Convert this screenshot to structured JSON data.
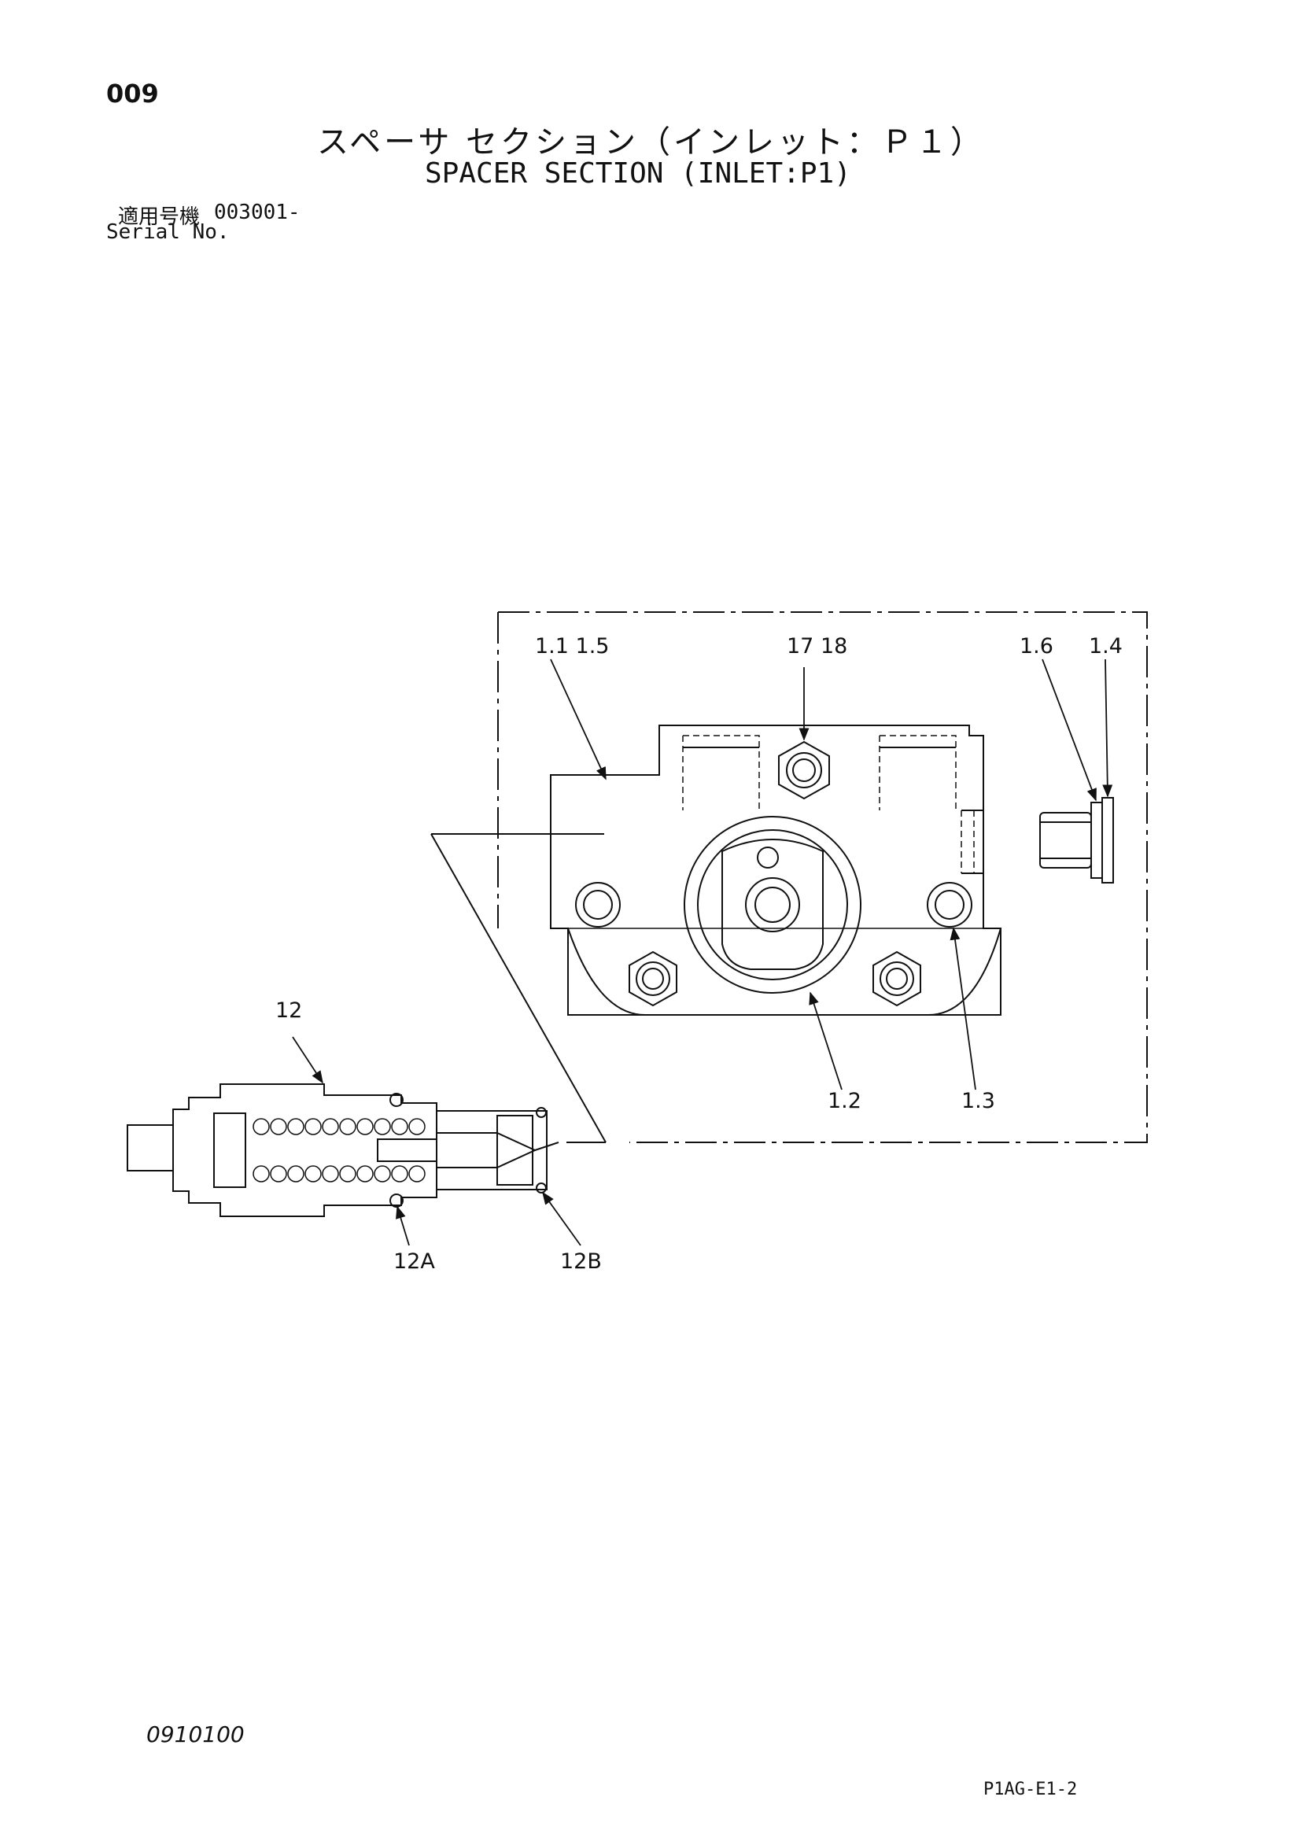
{
  "header": {
    "page_number": "009",
    "title_jp": "スペーサ セクション（インレット：Ｐ１）",
    "title_en": "SPACER SECTION (INLET:P1)",
    "serial_label_jp": "適用号機",
    "serial_value": "003001-",
    "serial_label_en": "Serial No."
  },
  "callouts": {
    "c_1_1_1_5": "1.1 1.5",
    "c_17_18": "17 18",
    "c_1_6": "1.6",
    "c_1_4": "1.4",
    "c_1_2": "1.2",
    "c_1_3": "1.3",
    "c_12": "12",
    "c_12A": "12A",
    "c_12B": "12B"
  },
  "footer": {
    "code": "0910100",
    "doc_code": "P1AG-E1-2"
  }
}
